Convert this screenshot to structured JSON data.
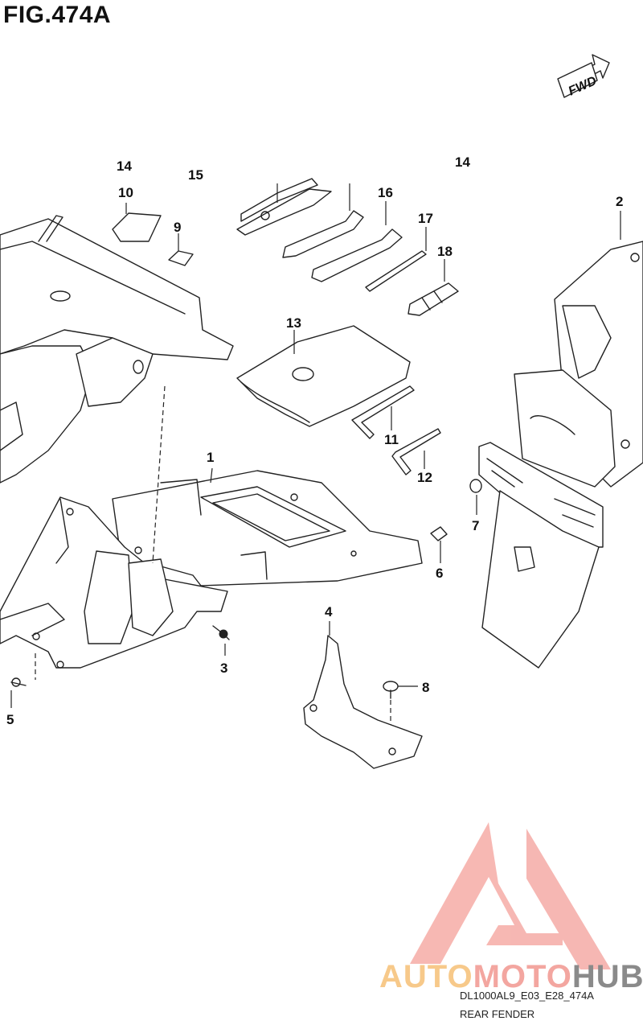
{
  "figure": {
    "title": "FIG.474A",
    "direction_label": "FWD",
    "code": "DL1000AL9_E03_E28_474A",
    "name": "REAR FENDER"
  },
  "callouts": [
    "1",
    "2",
    "3",
    "4",
    "5",
    "6",
    "7",
    "8",
    "9",
    "10",
    "11",
    "12",
    "13",
    "14",
    "15",
    "16",
    "17",
    "18",
    "14"
  ],
  "watermark": {
    "brand_part1": "AUTO",
    "brand_part2": "MOTO",
    "brand_part3": "HUB",
    "colors": {
      "auto": "#f7c98a",
      "moto": "#f3a6a0",
      "hub": "#8a8a8a",
      "logo": "#f4a09a"
    }
  }
}
